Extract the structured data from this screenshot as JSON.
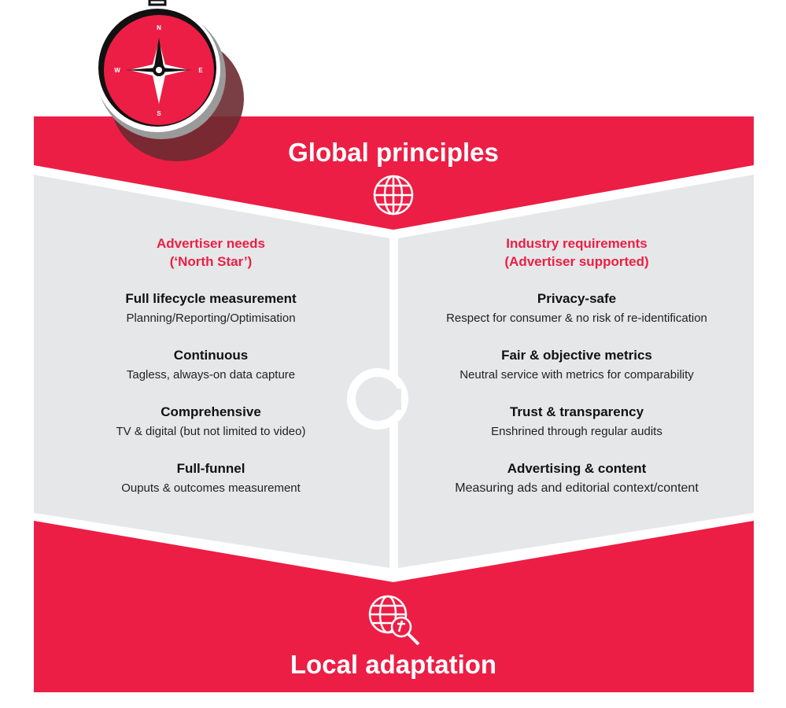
{
  "colors": {
    "red": "#EC1E45",
    "grey": "#E6E7E8"
  },
  "top_title": "Global principles",
  "bottom_title": "Local adaptation",
  "left": {
    "heading_line1": "Advertiser needs",
    "heading_line2": "(‘North Star’)",
    "items": [
      {
        "title": "Full lifecycle measurement",
        "desc": "Planning/Reporting/Optimisation"
      },
      {
        "title": "Continuous",
        "desc": "Tagless, always-on data capture"
      },
      {
        "title": "Comprehensive",
        "desc": "TV & digital (but not limited to video)"
      },
      {
        "title": "Full-funnel",
        "desc": "Ouputs & outcomes measurement"
      }
    ]
  },
  "right": {
    "heading_line1": "Industry requirements",
    "heading_line2": "(Advertiser supported)",
    "items": [
      {
        "title": "Privacy-safe",
        "desc": "Respect for consumer & no risk of re-identification"
      },
      {
        "title": "Fair & objective metrics",
        "desc": "Neutral service with metrics for comparability"
      },
      {
        "title": "Trust & transparency",
        "desc": "Enshrined through regular audits"
      },
      {
        "title": "Advertising & content",
        "desc": "Measuring ads and editorial context/content"
      }
    ]
  },
  "compass": {
    "n": "N",
    "e": "E",
    "s": "S",
    "w": "W"
  }
}
